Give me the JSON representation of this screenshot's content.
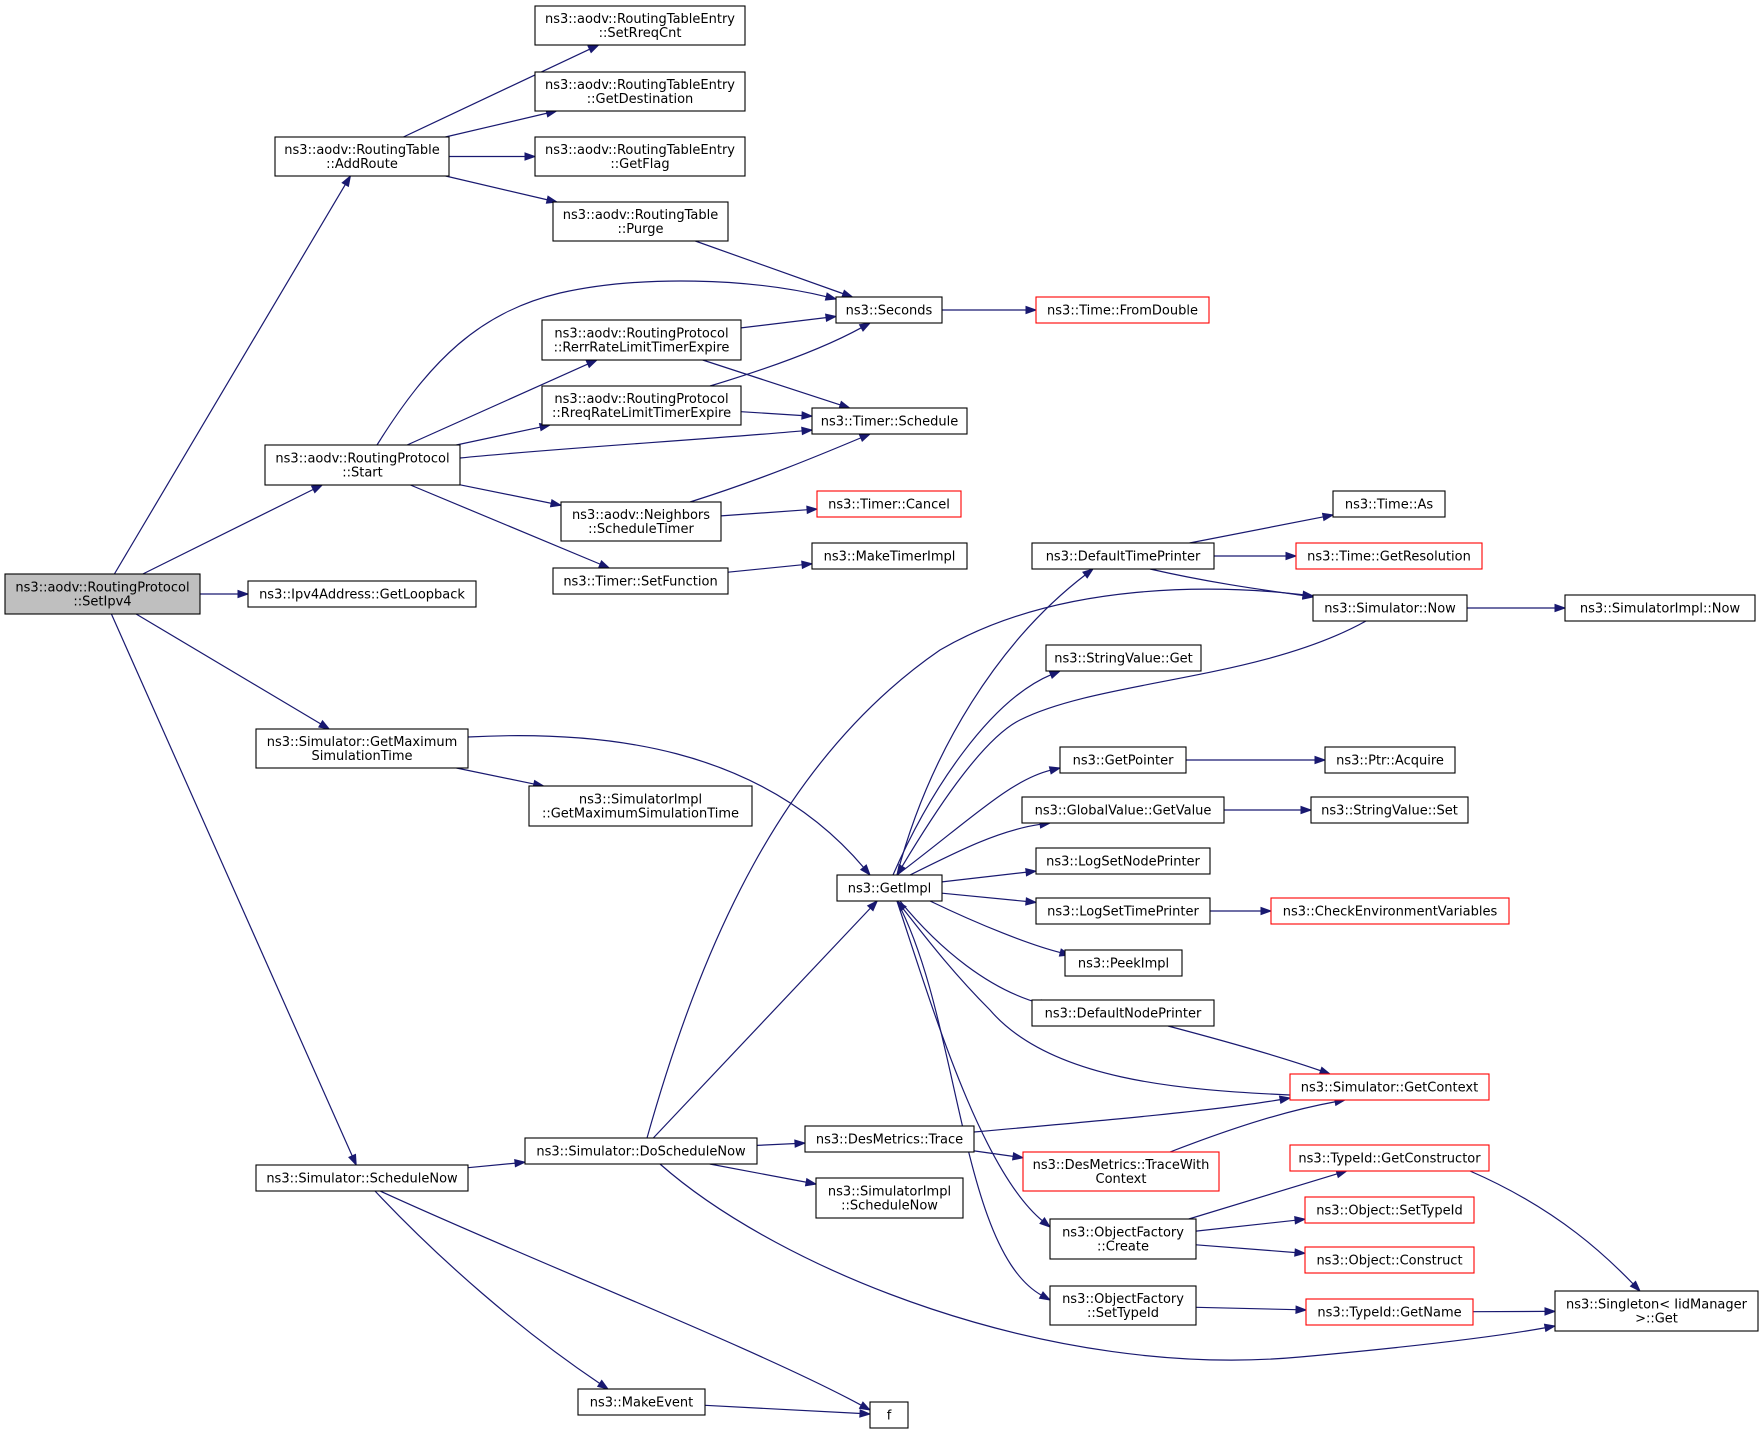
{
  "graph": {
    "colors": {
      "edge": "#191970",
      "node_border": "#000000",
      "truncated_border": "#ff0000",
      "root_fill": "#bfbfbf",
      "background": "#ffffff"
    },
    "nodes": [
      {
        "id": "setipv4",
        "lines": [
          "ns3::aodv::RoutingProtocol",
          "::SetIpv4"
        ],
        "root": true
      },
      {
        "id": "addroute",
        "lines": [
          "ns3::aodv::RoutingTable",
          "::AddRoute"
        ]
      },
      {
        "id": "start",
        "lines": [
          "ns3::aodv::RoutingProtocol",
          "::Start"
        ]
      },
      {
        "id": "getloopback",
        "lines": [
          "ns3::Ipv4Address::GetLoopback"
        ]
      },
      {
        "id": "getmaxsim",
        "lines": [
          "ns3::Simulator::GetMaximum",
          "SimulationTime"
        ]
      },
      {
        "id": "schedulenow",
        "lines": [
          "ns3::Simulator::ScheduleNow"
        ]
      },
      {
        "id": "setrreqcnt",
        "lines": [
          "ns3::aodv::RoutingTableEntry",
          "::SetRreqCnt"
        ]
      },
      {
        "id": "getdest",
        "lines": [
          "ns3::aodv::RoutingTableEntry",
          "::GetDestination"
        ]
      },
      {
        "id": "getflag",
        "lines": [
          "ns3::aodv::RoutingTableEntry",
          "::GetFlag"
        ]
      },
      {
        "id": "purge",
        "lines": [
          "ns3::aodv::RoutingTable",
          "::Purge"
        ]
      },
      {
        "id": "rerr",
        "lines": [
          "ns3::aodv::RoutingProtocol",
          "::RerrRateLimitTimerExpire"
        ]
      },
      {
        "id": "rreq",
        "lines": [
          "ns3::aodv::RoutingProtocol",
          "::RreqRateLimitTimerExpire"
        ]
      },
      {
        "id": "neighbors",
        "lines": [
          "ns3::aodv::Neighbors",
          "::ScheduleTimer"
        ]
      },
      {
        "id": "setfunction",
        "lines": [
          "ns3::Timer::SetFunction"
        ]
      },
      {
        "id": "seconds",
        "lines": [
          "ns3::Seconds"
        ]
      },
      {
        "id": "timerschedule",
        "lines": [
          "ns3::Timer::Schedule"
        ]
      },
      {
        "id": "timercancel",
        "lines": [
          "ns3::Timer::Cancel"
        ],
        "truncated": true
      },
      {
        "id": "maketimerimpl",
        "lines": [
          "ns3::MakeTimerImpl"
        ]
      },
      {
        "id": "fromdouble",
        "lines": [
          "ns3::Time::FromDouble"
        ],
        "truncated": true
      },
      {
        "id": "simimplgetmax",
        "lines": [
          "ns3::SimulatorImpl",
          "::GetMaximumSimulationTime"
        ]
      },
      {
        "id": "doschedulenow",
        "lines": [
          "ns3::Simulator::DoScheduleNow"
        ]
      },
      {
        "id": "makeevent",
        "lines": [
          "ns3::MakeEvent"
        ]
      },
      {
        "id": "f",
        "lines": [
          "f"
        ]
      },
      {
        "id": "getimpl",
        "lines": [
          "ns3::GetImpl"
        ]
      },
      {
        "id": "desmetricstrace",
        "lines": [
          "ns3::DesMetrics::Trace"
        ]
      },
      {
        "id": "simimplschedulenow",
        "lines": [
          "ns3::SimulatorImpl",
          "::ScheduleNow"
        ]
      },
      {
        "id": "tracewithcontext",
        "lines": [
          "ns3::DesMetrics::TraceWith",
          "Context"
        ],
        "truncated": true
      },
      {
        "id": "defaulttimeprinter",
        "lines": [
          "ns3::DefaultTimePrinter"
        ]
      },
      {
        "id": "stringvalueget",
        "lines": [
          "ns3::StringValue::Get"
        ]
      },
      {
        "id": "getpointer",
        "lines": [
          "ns3::GetPointer"
        ]
      },
      {
        "id": "globalvalueget",
        "lines": [
          "ns3::GlobalValue::GetValue"
        ]
      },
      {
        "id": "logsetnodeprinter",
        "lines": [
          "ns3::LogSetNodePrinter"
        ]
      },
      {
        "id": "logsettimeprinter",
        "lines": [
          "ns3::LogSetTimePrinter"
        ]
      },
      {
        "id": "peekimpl",
        "lines": [
          "ns3::PeekImpl"
        ]
      },
      {
        "id": "defaultnodeprinter",
        "lines": [
          "ns3::DefaultNodePrinter"
        ]
      },
      {
        "id": "objfactorycreate",
        "lines": [
          "ns3::ObjectFactory",
          "::Create"
        ]
      },
      {
        "id": "objfactorysettypeid",
        "lines": [
          "ns3::ObjectFactory",
          "::SetTypeId"
        ]
      },
      {
        "id": "timeas",
        "lines": [
          "ns3::Time::As"
        ]
      },
      {
        "id": "timegetres",
        "lines": [
          "ns3::Time::GetResolution"
        ],
        "truncated": true
      },
      {
        "id": "simnow",
        "lines": [
          "ns3::Simulator::Now"
        ]
      },
      {
        "id": "simimplnow",
        "lines": [
          "ns3::SimulatorImpl::Now"
        ]
      },
      {
        "id": "ptracquire",
        "lines": [
          "ns3::Ptr::Acquire"
        ]
      },
      {
        "id": "stringvalueset",
        "lines": [
          "ns3::StringValue::Set"
        ]
      },
      {
        "id": "checkenv",
        "lines": [
          "ns3::CheckEnvironmentVariables"
        ],
        "truncated": true
      },
      {
        "id": "simgetcontext",
        "lines": [
          "ns3::Simulator::GetContext"
        ],
        "truncated": true
      },
      {
        "id": "typeidgetctor",
        "lines": [
          "ns3::TypeId::GetConstructor"
        ],
        "truncated": true
      },
      {
        "id": "objsettypeid",
        "lines": [
          "ns3::Object::SetTypeId"
        ],
        "truncated": true
      },
      {
        "id": "objconstruct",
        "lines": [
          "ns3::Object::Construct"
        ],
        "truncated": true
      },
      {
        "id": "typeidgetname",
        "lines": [
          "ns3::TypeId::GetName"
        ],
        "truncated": true
      },
      {
        "id": "singletonget",
        "lines": [
          "ns3::Singleton< IidManager",
          " >::Get"
        ]
      }
    ],
    "edges": [
      [
        "setipv4",
        "addroute"
      ],
      [
        "setipv4",
        "start"
      ],
      [
        "setipv4",
        "getloopback"
      ],
      [
        "setipv4",
        "getmaxsim"
      ],
      [
        "setipv4",
        "schedulenow"
      ],
      [
        "addroute",
        "setrreqcnt"
      ],
      [
        "addroute",
        "getdest"
      ],
      [
        "addroute",
        "getflag"
      ],
      [
        "addroute",
        "purge"
      ],
      [
        "purge",
        "seconds"
      ],
      [
        "start",
        "seconds"
      ],
      [
        "start",
        "rerr"
      ],
      [
        "start",
        "rreq"
      ],
      [
        "start",
        "timerschedule"
      ],
      [
        "start",
        "neighbors"
      ],
      [
        "start",
        "setfunction"
      ],
      [
        "rerr",
        "seconds"
      ],
      [
        "rerr",
        "timerschedule"
      ],
      [
        "rreq",
        "seconds"
      ],
      [
        "rreq",
        "timerschedule"
      ],
      [
        "neighbors",
        "timerschedule"
      ],
      [
        "neighbors",
        "timercancel"
      ],
      [
        "setfunction",
        "maketimerimpl"
      ],
      [
        "seconds",
        "fromdouble"
      ],
      [
        "getmaxsim",
        "getimpl"
      ],
      [
        "getmaxsim",
        "simimplgetmax"
      ],
      [
        "schedulenow",
        "doschedulenow"
      ],
      [
        "schedulenow",
        "makeevent"
      ],
      [
        "schedulenow",
        "f"
      ],
      [
        "makeevent",
        "f"
      ],
      [
        "doschedulenow",
        "simnow"
      ],
      [
        "doschedulenow",
        "getimpl"
      ],
      [
        "doschedulenow",
        "desmetricstrace"
      ],
      [
        "doschedulenow",
        "simimplschedulenow"
      ],
      [
        "doschedulenow",
        "singletonget"
      ],
      [
        "desmetricstrace",
        "simgetcontext"
      ],
      [
        "desmetricstrace",
        "tracewithcontext"
      ],
      [
        "tracewithcontext",
        "simgetcontext"
      ],
      [
        "getimpl",
        "defaulttimeprinter"
      ],
      [
        "getimpl",
        "stringvalueget"
      ],
      [
        "getimpl",
        "getpointer"
      ],
      [
        "getimpl",
        "globalvalueget"
      ],
      [
        "getimpl",
        "logsetnodeprinter"
      ],
      [
        "getimpl",
        "logsettimeprinter"
      ],
      [
        "getimpl",
        "peekimpl"
      ],
      [
        "getimpl",
        "defaultnodeprinter"
      ],
      [
        "getimpl",
        "objfactorycreate"
      ],
      [
        "getimpl",
        "objfactorysettypeid"
      ],
      [
        "simnow",
        "getimpl"
      ],
      [
        "simgetcontext",
        "getimpl"
      ],
      [
        "simnow",
        "simimplnow"
      ],
      [
        "defaulttimeprinter",
        "timeas"
      ],
      [
        "defaulttimeprinter",
        "timegetres"
      ],
      [
        "defaulttimeprinter",
        "simnow"
      ],
      [
        "getpointer",
        "ptracquire"
      ],
      [
        "globalvalueget",
        "stringvalueset"
      ],
      [
        "logsettimeprinter",
        "checkenv"
      ],
      [
        "defaultnodeprinter",
        "simgetcontext"
      ],
      [
        "objfactorycreate",
        "typeidgetctor"
      ],
      [
        "objfactorycreate",
        "objsettypeid"
      ],
      [
        "objfactorycreate",
        "objconstruct"
      ],
      [
        "objfactorysettypeid",
        "typeidgetname"
      ],
      [
        "typeidgetname",
        "singletonget"
      ],
      [
        "typeidgetctor",
        "singletonget"
      ]
    ]
  }
}
